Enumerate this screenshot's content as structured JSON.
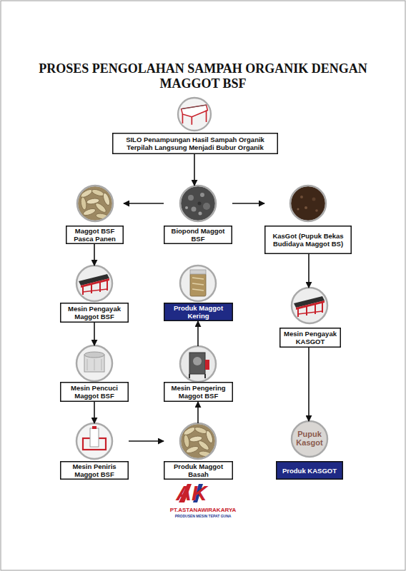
{
  "diagram": {
    "title": "PROSES PENGOLAHAN SAMPAH ORGANIK DENGAN MAGGOT BSF",
    "nodes": [
      {
        "text": [
          "SILO Penampungan Hasil Sampah Organik Terpilah Langsung Menjadi Bubur Organik"
        ]
      },
      {
        "text": [
          "Maggot BSF Pasca Panen"
        ]
      },
      {
        "text": [
          "Biopond Maggot BSF"
        ]
      },
      {
        "text": [
          "KasGot (Pupuk Bekas Budidaya Maggot BS)"
        ]
      },
      {
        "text": [
          "Mesin Pengayak Maggot BSF"
        ]
      },
      {
        "text": [
          "Produk Maggot Kering"
        ]
      },
      {
        "text": [
          "Mesin Pengayak KASGOT"
        ]
      },
      {
        "text": [
          "Mesin Pencuci Maggot BSF"
        ]
      },
      {
        "text": [
          "Mesin Pengering Maggot BSF"
        ]
      },
      {
        "text": [
          "Mesin Peniris Maggot BSF"
        ]
      },
      {
        "text": [
          "Produk Maggot Basah"
        ]
      },
      {
        "text": [
          "Produk KASGOT"
        ]
      }
    ],
    "edges": [
      {
        "from": 0,
        "to": 2,
        "arrow": "to"
      },
      {
        "from": 2,
        "to": 1,
        "arrow": "to"
      },
      {
        "from": 2,
        "to": 3,
        "arrow": "to"
      },
      {
        "from": 1,
        "to": 4,
        "arrow": "to"
      },
      {
        "from": 4,
        "to": 7,
        "arrow": "to"
      },
      {
        "from": 7,
        "to": 9,
        "arrow": "to"
      },
      {
        "from": 9,
        "to": 10,
        "arrow": "to"
      },
      {
        "from": 10,
        "to": 8,
        "arrow": "to"
      },
      {
        "from": 8,
        "to": 5,
        "arrow": "to"
      },
      {
        "from": 3,
        "to": 6,
        "arrow": "to"
      },
      {
        "from": 6,
        "to": 11,
        "arrow": "to"
      }
    ],
    "labels": [
      "Pupuk Kasgot",
      "AK",
      "PT.ASTANAWIRAKARYA",
      "PRODUSEN MESIN TEPAT GUNA"
    ]
  }
}
